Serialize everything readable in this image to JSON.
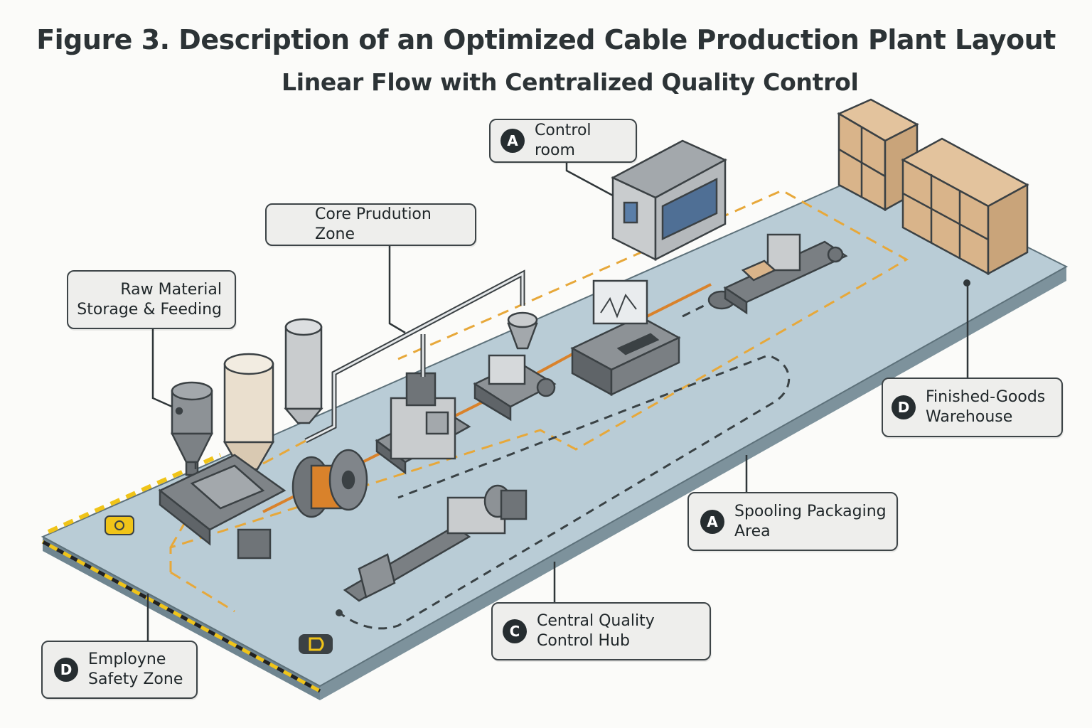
{
  "figure": {
    "title": "Figure 3. Description of an Optimized Cable Production Plant Layout",
    "subtitle": "Linear Flow with Centralized Quality Control"
  },
  "callouts": {
    "control_room": {
      "badge": "A",
      "label": "Control room"
    },
    "core_production": {
      "label": "Core Prudution Zone"
    },
    "raw_material": {
      "label": "Raw Material\nStorage & Feeding"
    },
    "finished_goods": {
      "badge": "D",
      "label": "Finished-Goods\nWarehouse"
    },
    "spooling": {
      "badge": "A",
      "label": "Spooling Packaging\nArea"
    },
    "quality_hub": {
      "badge": "C",
      "label": "Central Quality\nControl Hub"
    },
    "safety_zone": {
      "badge": "D",
      "label": "Employne\nSafety Zone"
    }
  },
  "floor_markers": [
    "",
    ""
  ],
  "colors": {
    "floor": "#b9ccd6",
    "floor_edge": "#6f8590",
    "safety_path": "#e7a83a",
    "quality_path": "#3a4245",
    "machine": "#8d9296",
    "cable": "#d9822b",
    "crate": "#d9b48a"
  }
}
